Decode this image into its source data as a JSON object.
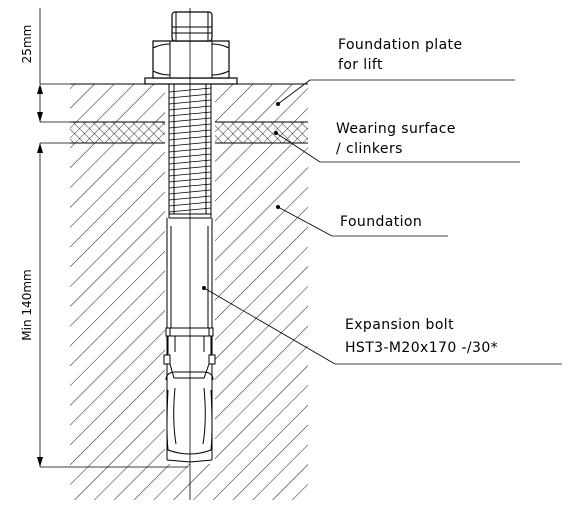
{
  "labels": {
    "foundation_plate": [
      "Foundation plate",
      "for lift"
    ],
    "wearing_surface": [
      "Wearing surface",
      "/ clinkers"
    ],
    "foundation": "Foundation",
    "expansion_bolt": [
      "Expansion bolt",
      "HST3-M20x170 -/30*"
    ]
  },
  "dimensions": {
    "plate_height": "25mm",
    "embedment_depth": "Min 140mm"
  }
}
